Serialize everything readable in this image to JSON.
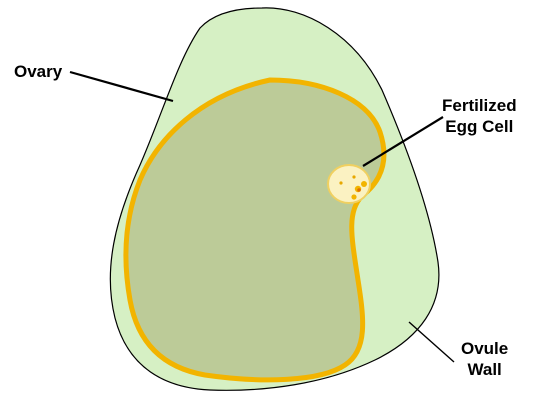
{
  "diagram": {
    "labels": {
      "ovary": "Ovary",
      "fertilized_egg_cell": {
        "line1": "Fertilized",
        "line2": "Egg Cell"
      },
      "ovule_wall": {
        "line1": "Ovule",
        "line2": "Wall"
      }
    },
    "colors": {
      "ovary_fill": "#d6f0c4",
      "ovule_fill": "#bccb98",
      "ovule_outline": "#f2b400",
      "egg_cell_fill": "#fbf2c2",
      "egg_cell_outline": "#f0d060",
      "egg_dots": "#e8a800",
      "egg_nucleus": "#e07000",
      "outline": "#000000",
      "leader_line": "#000000"
    }
  }
}
